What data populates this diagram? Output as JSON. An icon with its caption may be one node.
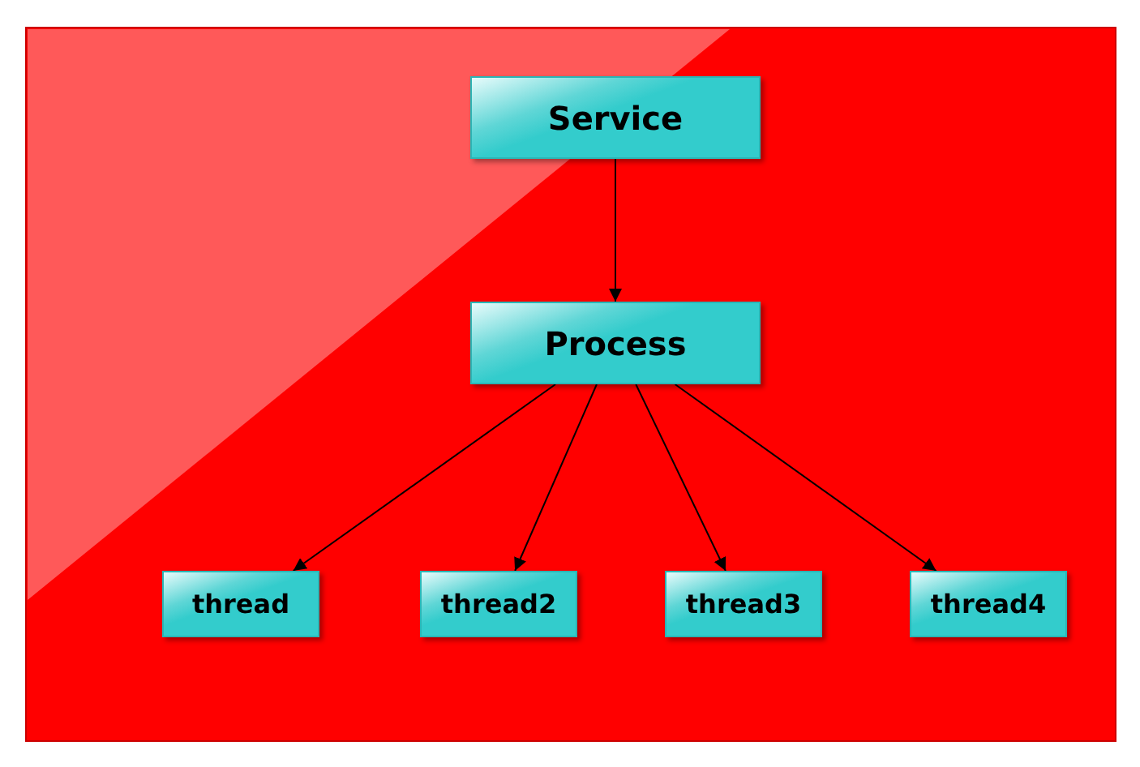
{
  "diagram": {
    "nodes": [
      {
        "text": [
          "Service"
        ]
      },
      {
        "text": [
          "Process"
        ]
      },
      {
        "text": [
          "thread"
        ]
      },
      {
        "text": [
          "thread2"
        ]
      },
      {
        "text": [
          "thread3"
        ]
      },
      {
        "text": [
          "thread4"
        ]
      }
    ],
    "edges": [
      {
        "from": 0,
        "to": 1,
        "arrow": "to"
      },
      {
        "from": 1,
        "to": 2,
        "arrow": "to"
      },
      {
        "from": 1,
        "to": 3,
        "arrow": "to"
      },
      {
        "from": 1,
        "to": 4,
        "arrow": "to"
      },
      {
        "from": 1,
        "to": 5,
        "arrow": "to"
      }
    ]
  }
}
